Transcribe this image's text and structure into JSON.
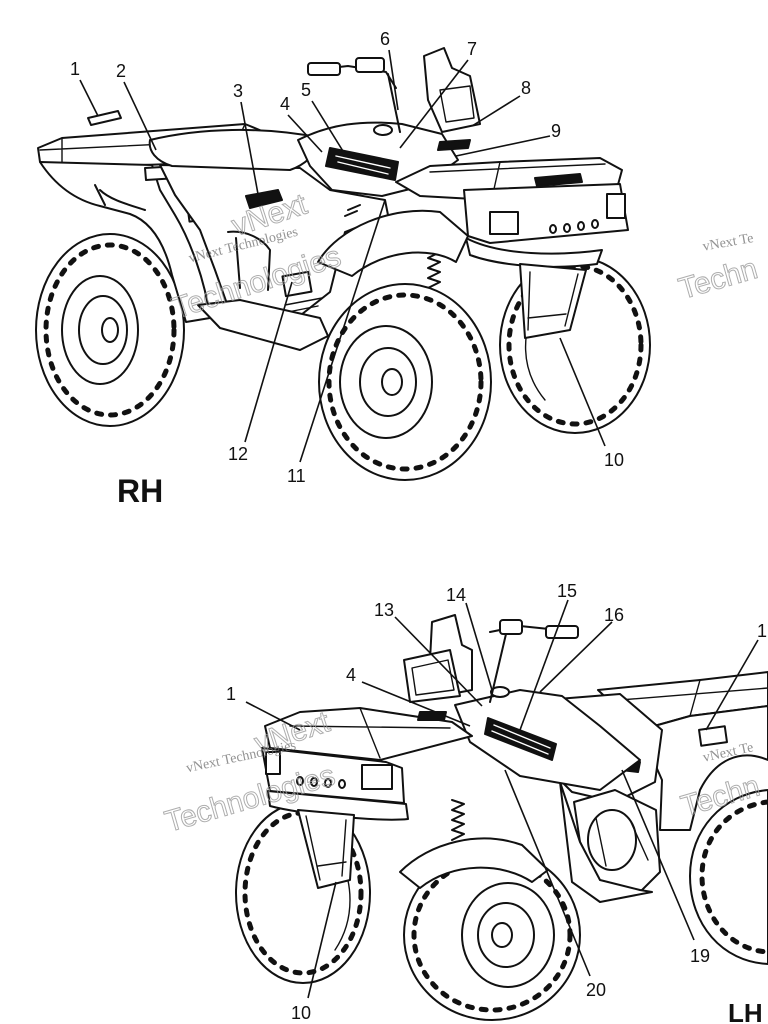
{
  "diagram": {
    "right_view": {
      "label": "RH",
      "callouts": [
        "1",
        "2",
        "3",
        "4",
        "5",
        "6",
        "7",
        "8",
        "9",
        "10",
        "11",
        "12"
      ]
    },
    "left_view": {
      "label": "LH",
      "callouts": [
        "13",
        "14",
        "15",
        "16",
        "1",
        "1",
        "4",
        "10",
        "19",
        "20"
      ]
    }
  },
  "watermark": {
    "brand": "vNext",
    "full": "vNext Technologies",
    "word": "Technologies",
    "edge_small": "vNext Te",
    "edge_large": "Techn"
  }
}
